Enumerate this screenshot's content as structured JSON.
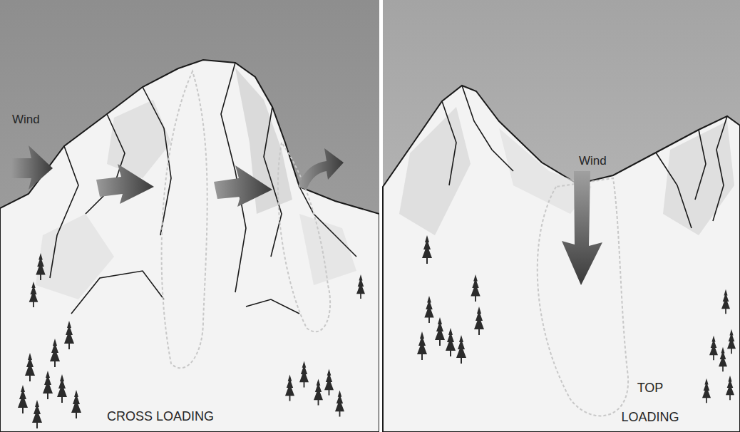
{
  "diagram": {
    "labels": [
      "Wind",
      "CROSS LOADING",
      "Wind",
      "TOP LOADING"
    ]
  }
}
